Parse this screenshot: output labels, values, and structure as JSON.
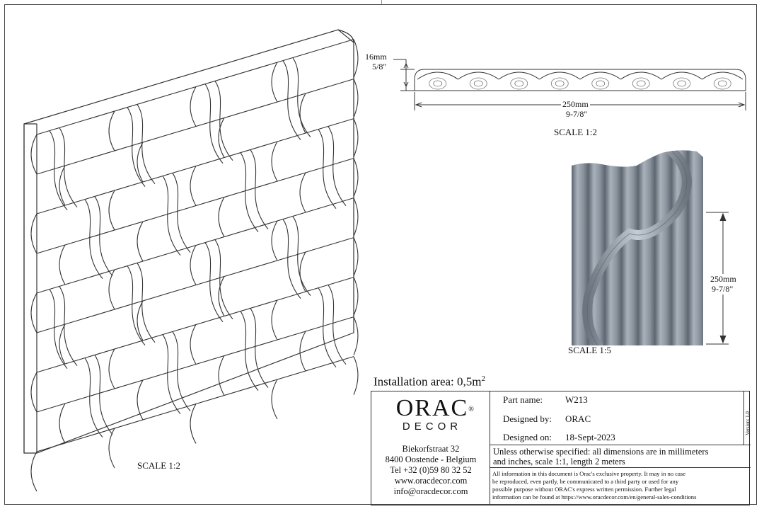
{
  "main_view": {
    "scale_label": "SCALE  1:2"
  },
  "profile_view": {
    "height_mm": "16mm",
    "height_in": "5/8\"",
    "width_mm": "250mm",
    "width_in": "9-7/8\"",
    "scale_label": "SCALE  1:2"
  },
  "render_view": {
    "height_mm": "250mm",
    "height_in": "9-7/8\"",
    "scale_label": "SCALE  1:5"
  },
  "installation": {
    "label": "Installation area: 0,5m",
    "superscript": "2"
  },
  "title_block": {
    "logo_top": "ORAC",
    "logo_reg": "®",
    "logo_bottom": "DECOR",
    "address": [
      "Biekorfstraat 32",
      "8400 Oostende - Belgium",
      "Tel  +32 (0)59 80 32 52",
      "www.oracdecor.com",
      "info@oracdecor.com"
    ],
    "part_name_label": "Part name:",
    "part_name_value": "W213",
    "designed_by_label": "Designed by:",
    "designed_by_value": "ORAC",
    "designed_on_label": "Designed on:",
    "designed_on_value": "18-Sept-2023",
    "version": "Version: 1.0",
    "spec_line1": "Unless otherwise specified: all dimensions are in millimeters",
    "spec_line2": "and inches, scale 1:1, length 2 meters",
    "legal": [
      "All information in this document is Orac's exclusive property.  It may in no case",
      "be reproduced, even partly, be communicated to a third party or used for any",
      "possible purpose without ORAC's express written permission. Further legal",
      "information can be found at https://www.oracdecor.com/en/general-sales-conditions"
    ]
  },
  "colors": {
    "render_fill": "#8a939d",
    "line": "#333333"
  }
}
